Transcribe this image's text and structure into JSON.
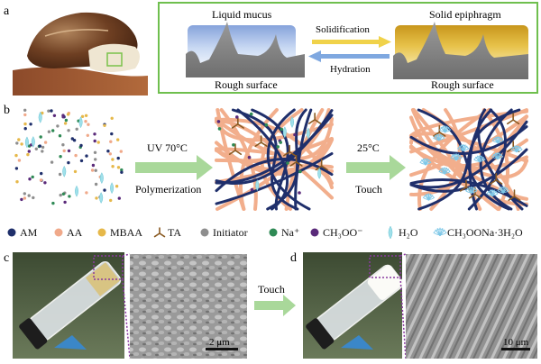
{
  "panels": {
    "a": {
      "letter": "a",
      "left_title": "Liquid mucus",
      "right_title": "Solid epiphragm",
      "arrow_top": "Solidification",
      "arrow_bottom": "Hydration",
      "left_caption": "Rough surface",
      "right_caption": "Rough surface"
    },
    "b": {
      "letter": "b",
      "step1_top": "UV  70°C",
      "step1_bottom": "Polymerization",
      "step2_top": "25°C",
      "step2_bottom": "Touch"
    },
    "c": {
      "letter": "c",
      "scale": "2 μm"
    },
    "d": {
      "letter": "d",
      "scale": "10 μm"
    },
    "touch": "Touch"
  },
  "legend": [
    {
      "label": "AM",
      "symbol": "dot",
      "color": "#1f2f6b"
    },
    {
      "label": "AA",
      "symbol": "dot",
      "color": "#f0a98a"
    },
    {
      "label": "MBAA",
      "symbol": "dot",
      "color": "#e6b84a"
    },
    {
      "label": "TA",
      "symbol": "tripod",
      "color": "#8a5a22"
    },
    {
      "label": "Initiator",
      "symbol": "dot",
      "color": "#8e8e8e"
    },
    {
      "label": "Na⁺",
      "symbol": "dot",
      "color": "#2f8a55"
    },
    {
      "label": "CH₃OO⁻",
      "symbol": "dot",
      "color": "#5a2a7a"
    },
    {
      "label": "H₂O",
      "symbol": "drop",
      "color": "#9fe0ea"
    },
    {
      "label": "CH₃OONa·3H₂O",
      "symbol": "shell",
      "color": "#7fc8e8"
    }
  ],
  "colors": {
    "frame_green": "#6fbf4e",
    "arrow_green": "#a9d89a",
    "arrow_yellow": "#f0d24a",
    "arrow_blue": "#7fa8e0",
    "mucus_top": "#7fa0d8",
    "epiphragm": "#d6a92a"
  }
}
